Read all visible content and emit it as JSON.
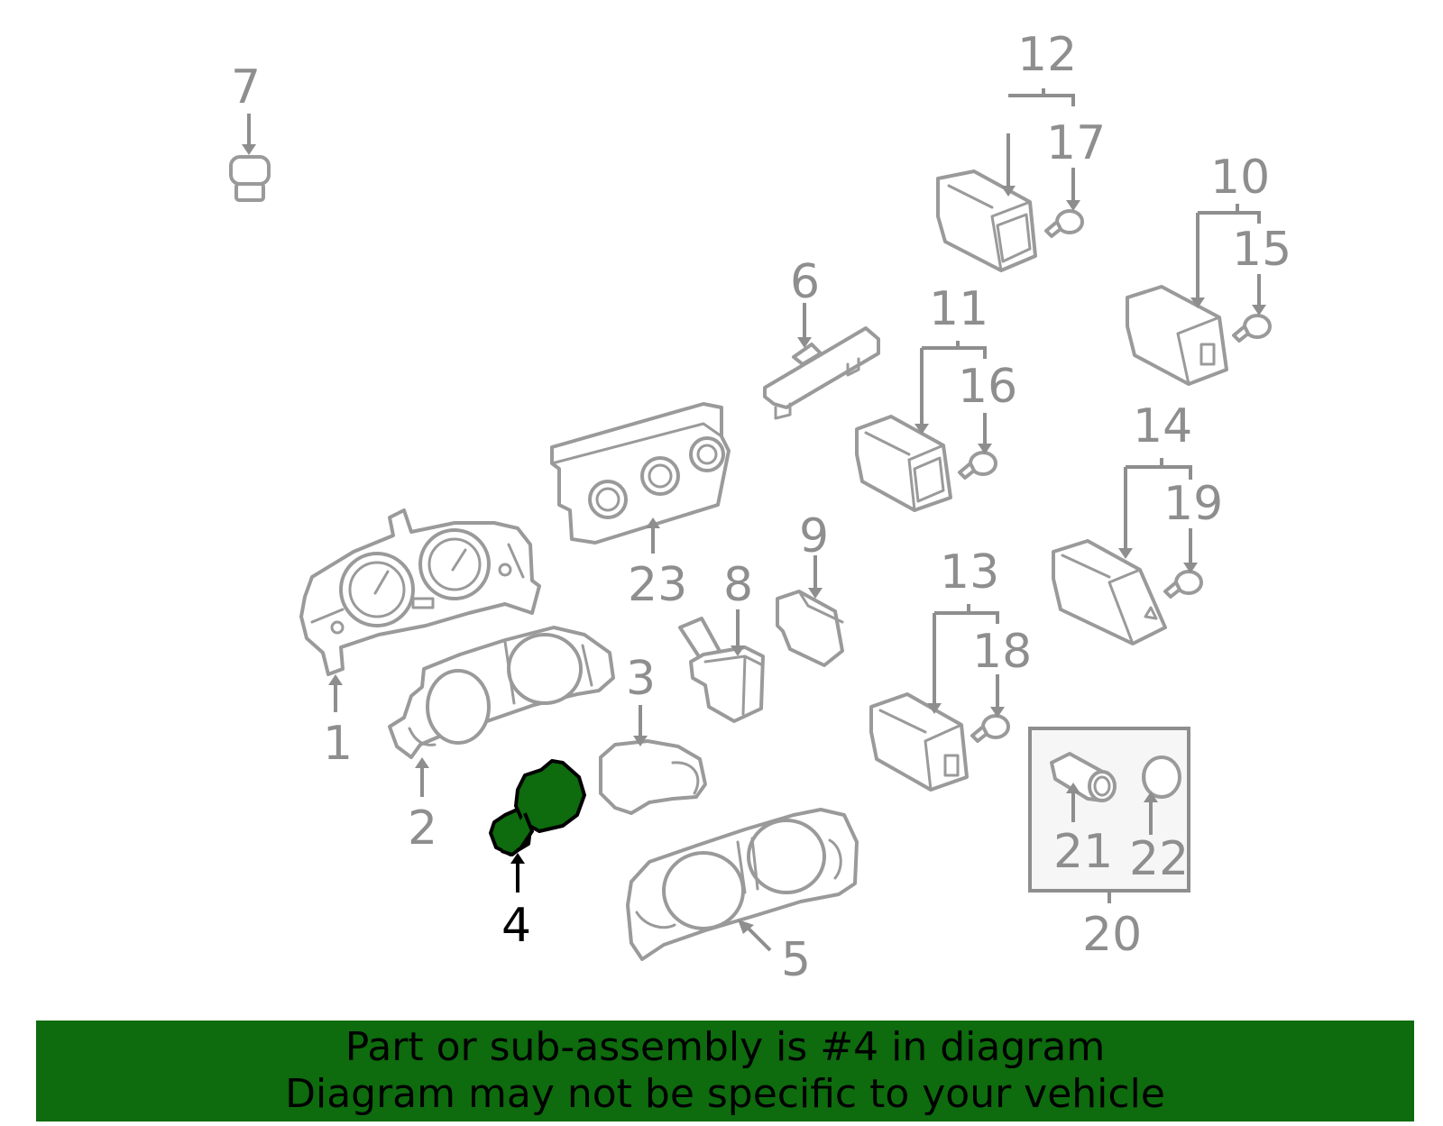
{
  "callouts": {
    "c1": "1",
    "c2": "2",
    "c3": "3",
    "c4": "4",
    "c5": "5",
    "c6": "6",
    "c7": "7",
    "c8": "8",
    "c9": "9",
    "c10": "10",
    "c11": "11",
    "c12": "12",
    "c13": "13",
    "c14": "14",
    "c15": "15",
    "c16": "16",
    "c17": "17",
    "c18": "18",
    "c19": "19",
    "c20": "20",
    "c21": "21",
    "c22": "22",
    "c23": "23"
  },
  "highlighted_part": "4",
  "colors": {
    "highlight": "#0e6b0e",
    "banner": "#0e6b0e",
    "line": "#8e8e8e"
  },
  "banner": {
    "line1": "Part or sub-assembly is #4 in diagram",
    "line2": "Diagram may not be specific to your vehicle"
  }
}
